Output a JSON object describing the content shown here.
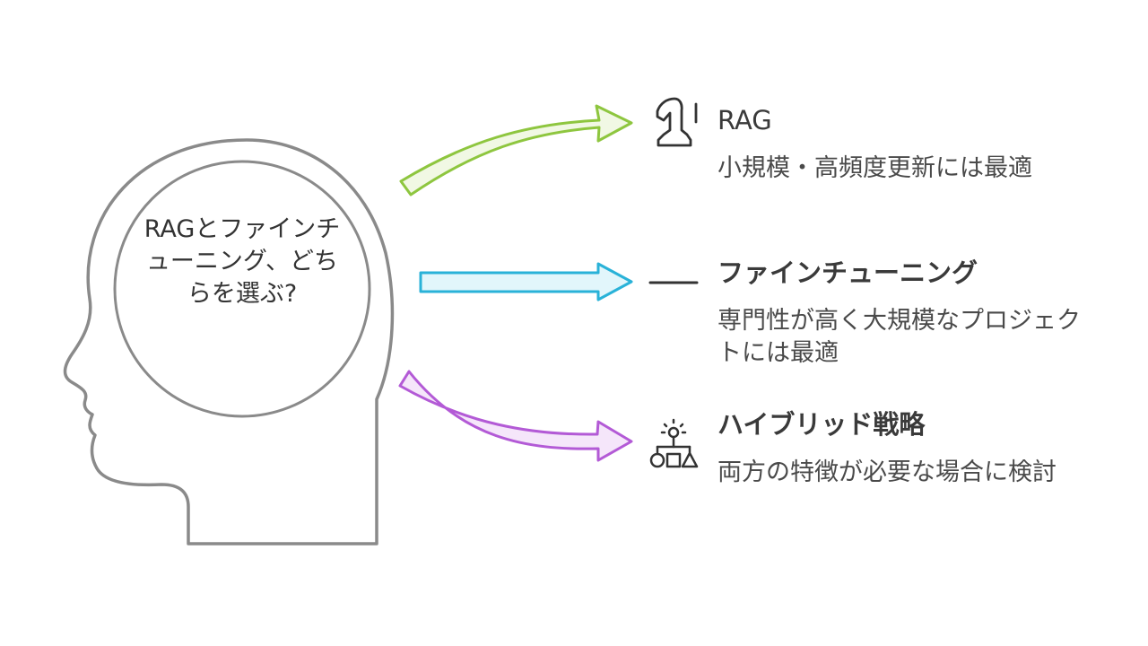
{
  "center": {
    "question": "RAGとファインチューニング、どちらを選ぶ?"
  },
  "options": [
    {
      "title": "RAG",
      "description": "小規模・高頻度更新には最適",
      "icon": "chess-piece-icon",
      "arrow_color": "#8ec63f",
      "arrow_fill": "#f1f8e4"
    },
    {
      "title": "ファインチューニング",
      "description": "専門性が高く大規模なプロジェクトには最適",
      "icon": "dash-icon",
      "arrow_color": "#29b2d8",
      "arrow_fill": "#e2f6fb"
    },
    {
      "title": "ハイブリッド戦略",
      "description": "両方の特徴が必要な場合に検討",
      "icon": "lightbulb-strategy-icon",
      "arrow_color": "#b35ad6",
      "arrow_fill": "#f5e6fa"
    }
  ],
  "colors": {
    "head_outline": "#8a8a8a",
    "text": "#333333"
  }
}
